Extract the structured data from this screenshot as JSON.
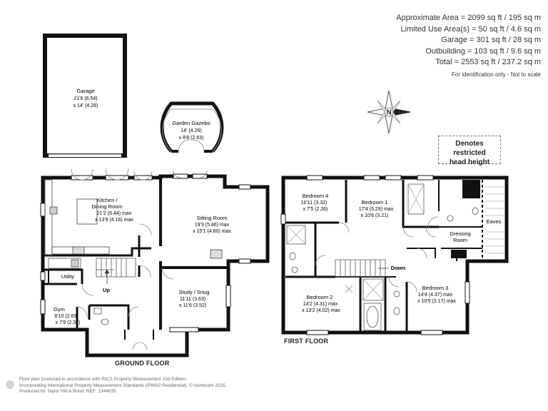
{
  "areas": {
    "approx": "Approximate Area = 2099 sq ft / 195 sq m",
    "limited": "Limited Use Area(s) = 50 sq ft / 4.6 sq m",
    "garage": "Garage = 301 sq ft / 28 sq m",
    "outbuilding": "Outbuilding = 103 sq ft / 9.6 sq m",
    "total": "Total = 2553 sq ft / 237.2 sq m",
    "note": "For identification only - Not to scale"
  },
  "restricted": {
    "line1": "Denotes restricted",
    "line2": "head height"
  },
  "compass": {
    "north": "N"
  },
  "floors": {
    "ground": "GROUND FLOOR",
    "first": "FIRST FLOOR"
  },
  "rooms": {
    "garage": {
      "name": "Garage",
      "dim1": "21'6 (6.54)",
      "dim2": "x 14' (4.28)"
    },
    "gazebo": {
      "name": "Garden Gazebo",
      "dim1": "14' (4.26)",
      "dim2": "x 8'8 (2.63)"
    },
    "kitchen": {
      "name": "Kitchen /",
      "name2": "Dining Room",
      "dim1": "21'2 (6.44) max",
      "dim2": "x 13'9 (4.16) max"
    },
    "sitting": {
      "name": "Sitting Room",
      "dim1": "19'3 (5.86) max",
      "dim2": "x 15'1 (4.60) max"
    },
    "utility": {
      "name": "Utility"
    },
    "gym": {
      "name": "Gym",
      "dim1": "8'10 (2.69)",
      "dim2": "x 7'9 (2.37)"
    },
    "study": {
      "name": "Study / Snug",
      "dim1": "11'11 (3.63)",
      "dim2": "x 11'6 (3.52)"
    },
    "up": "Up",
    "bed4": {
      "name": "Bedroom 4",
      "dim1": "10'11 (3.32)",
      "dim2": "x 7'5 (2.26)"
    },
    "bed1": {
      "name": "Bedroom 1",
      "dim1": "17'4 (5.29) max",
      "dim2": "x 10'6 (3.21)"
    },
    "eaves": "Eaves",
    "dressing": {
      "name": "Dressing",
      "name2": "Room"
    },
    "down": "Down",
    "bed2": {
      "name": "Bedroom 2",
      "dim1": "14'2 (4.31) max",
      "dim2": "x 13'2 (4.02) max"
    },
    "bed3": {
      "name": "Bedroom 3",
      "dim1": "14'4 (4.37) max",
      "dim2": "x 10'5 (3.17) max"
    }
  },
  "footer": {
    "line1": "Floor plan produced in accordance with RICS Property Measurement 2nd Edition,",
    "line2": "Incorporating International Property Measurement Standards (IPMS2 Residential).  © nichecom 2025.",
    "line3": "Produced for Taylor Hill & Bond.   REF: 1344035"
  }
}
